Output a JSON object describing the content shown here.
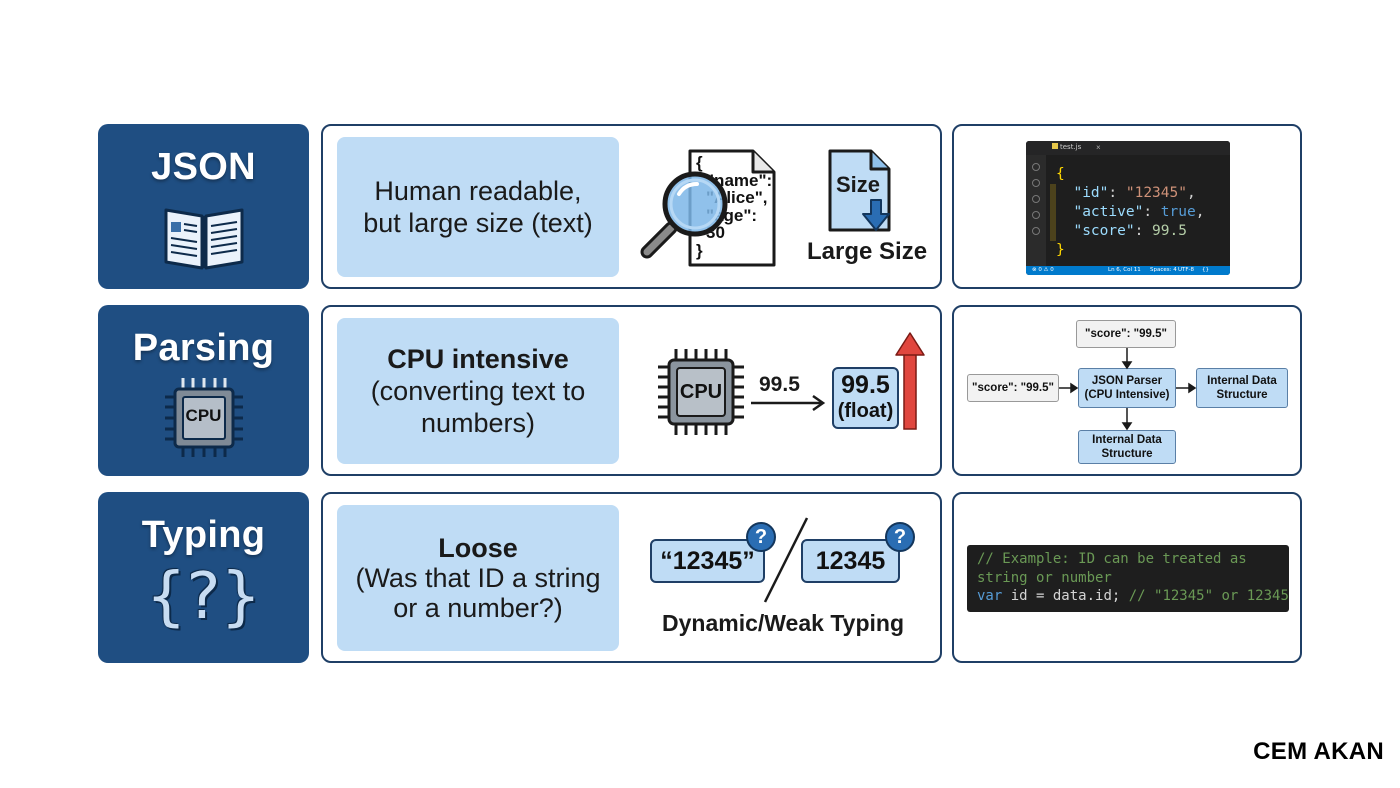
{
  "rows": [
    {
      "label": "JSON",
      "icon": "open-book-icon",
      "description": [
        "Human readable,",
        "but large size (text)"
      ],
      "document_text": [
        "{",
        "\"name\":",
        "\"Alice\",",
        "\"age\":",
        "30",
        "}"
      ],
      "size_label": "Size",
      "size_caption": "Large Size",
      "editor": {
        "tab": "test.js",
        "status_left": "⊗ 0 ⚠ 0",
        "status_right": [
          "Ln 6, Col 11",
          "Spaces: 4",
          "UTF-8",
          "{}"
        ],
        "lines": [
          "{",
          "\"id\": \"12345\",",
          "\"active\": true,",
          "\"score\": 99.5",
          "}"
        ]
      }
    },
    {
      "label": "Parsing",
      "icon": "cpu-chip-icon",
      "cpu_text": "CPU",
      "description_bold": "CPU intensive",
      "description": [
        "(converting text to",
        "numbers)"
      ],
      "input_value": "99.5",
      "output_value": "99.5",
      "output_type": "(float)",
      "flow": {
        "top": "\"score\": \"99.5\"",
        "left": "\"score\": \"99.5\"",
        "parser": [
          "JSON Parser",
          "(CPU Intensive)"
        ],
        "right": [
          "Internal Data",
          "Structure"
        ],
        "bottom": [
          "Internal Data",
          "Structure"
        ]
      }
    },
    {
      "label": "Typing",
      "icon": "curly-question-icon",
      "icon_text": "{?}",
      "description_bold": "Loose",
      "description": [
        "(Was that ID a string",
        "or a number?)"
      ],
      "string_value": "“12345”",
      "number_value": "12345",
      "badge": "?",
      "caption": "Dynamic/Weak Typing",
      "code": {
        "comment1": "// Example: ID can be treated as",
        "comment2": "string or number",
        "kw": "var",
        "stmt": " id = data.id; ",
        "comment3": "// \"12345\" or 12345"
      }
    }
  ],
  "credit": "CEM AKAN",
  "colors": {
    "label_bg": "#1f4e82",
    "desc_bg": "#bfdcf5",
    "border": "#1f3f66",
    "arrow_red": "#e0463e"
  }
}
